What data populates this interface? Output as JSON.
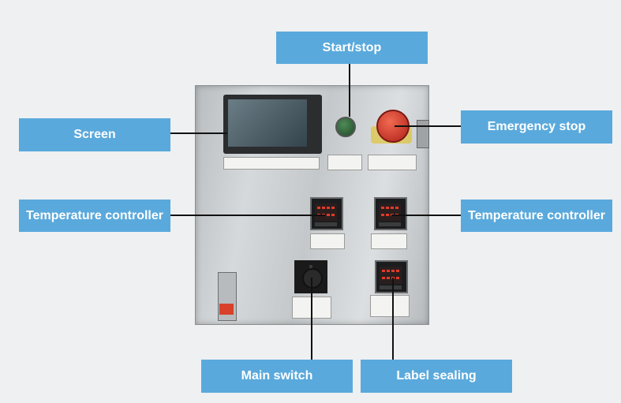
{
  "labels": {
    "start_stop": "Start/stop",
    "screen": "Screen",
    "emergency_stop": "Emergency stop",
    "temp_left": "Temperature controller",
    "temp_right": "Temperature controller",
    "main_switch": "Main switch",
    "label_sealing": "Label sealing"
  },
  "colors": {
    "callout_bg": "#5aa9dc",
    "callout_text": "#ffffff",
    "background": "#eef0f2"
  }
}
